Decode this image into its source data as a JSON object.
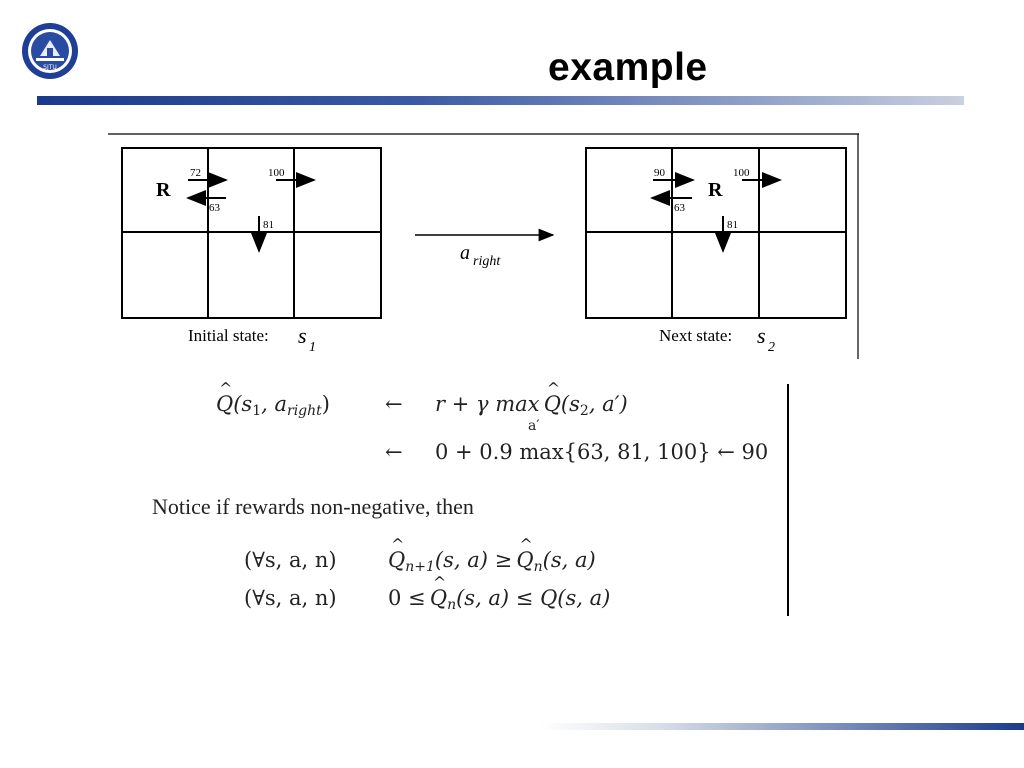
{
  "header": {
    "title": "example",
    "logo_icon": "university-seal-icon",
    "logo_lettering": "SJTU"
  },
  "figure": {
    "initial": {
      "caption": "Initial state:",
      "state_symbol": "s",
      "state_index": "1",
      "agent_label": "R",
      "values": {
        "right_top": "72",
        "left": "63",
        "right_far": "100",
        "down": "81"
      }
    },
    "next": {
      "caption": "Next state:",
      "state_symbol": "s",
      "state_index": "2",
      "agent_label": "R",
      "values": {
        "right_top": "90",
        "left": "63",
        "right_far": "100",
        "down": "81"
      }
    },
    "action": {
      "symbol": "a",
      "subscript": "right"
    }
  },
  "equations": {
    "q_update": {
      "lhs_q": "Q",
      "lhs_args_open": "(s",
      "lhs_args_sub": "1",
      "lhs_args_mid": ", a",
      "lhs_args_sub2": "right",
      "lhs_args_close": ")",
      "arrow": "←",
      "rhs": "r + γ max",
      "rhs_sub": "a′",
      "rhs_q": "Q",
      "rhs_args_open": "(s",
      "rhs_args_sub": "2",
      "rhs_args_close": ", a′)",
      "line2": "0 + 0.9  max{63, 81, 100} ← 90"
    },
    "notice": "Notice if rewards non-negative, then",
    "row1_quant": "(∀s, a, n)",
    "row1_q": "Q",
    "row1_sub": "n+1",
    "row1_mid": "(s, a) ≥",
    "row1_q2": "Q",
    "row1_sub2": "n",
    "row1_end": "(s, a)",
    "row2_quant": "(∀s, a, n)",
    "row2_start": "0 ≤",
    "row2_q": "Q",
    "row2_sub": "n",
    "row2_end": "(s, a) ≤ Q(s, a)"
  }
}
